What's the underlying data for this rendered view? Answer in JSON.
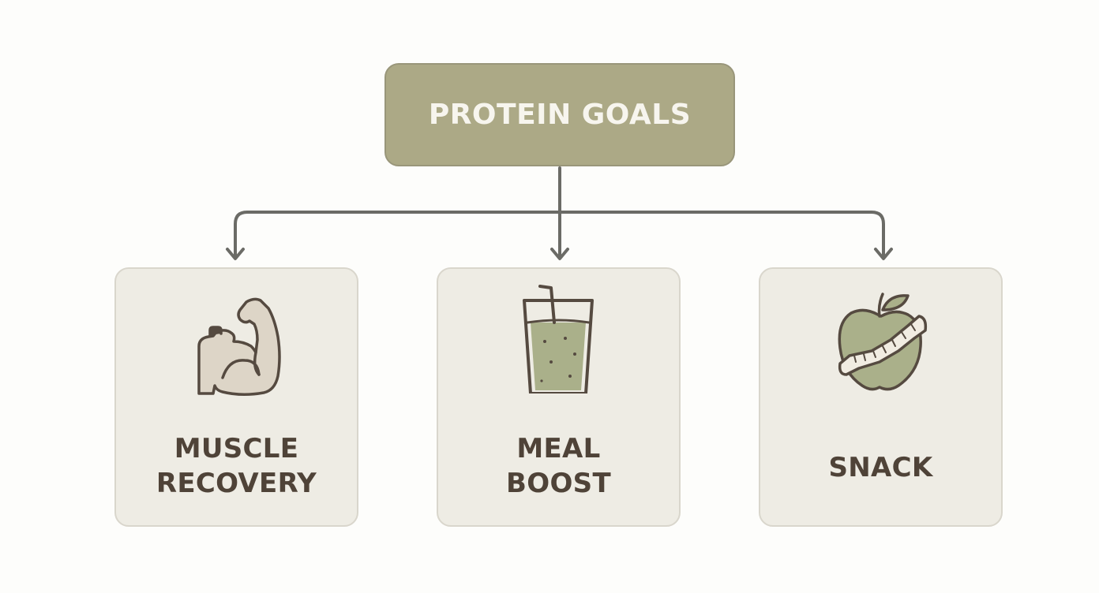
{
  "root": {
    "label": "PROTEIN GOALS"
  },
  "cards": [
    {
      "icon": "flexed-arm-icon",
      "line1": "MUSCLE",
      "line2": "RECOVERY"
    },
    {
      "icon": "drink-glass-icon",
      "line1": "MEAL",
      "line2": "BOOST"
    },
    {
      "icon": "apple-measuring-tape-icon",
      "line1": "SNACK"
    }
  ],
  "colors": {
    "root_fill": "#aca986",
    "card_fill": "#eeece4",
    "connector": "#6b6b66",
    "label_text": "#4f4338",
    "icon_green": "#aab08a"
  }
}
